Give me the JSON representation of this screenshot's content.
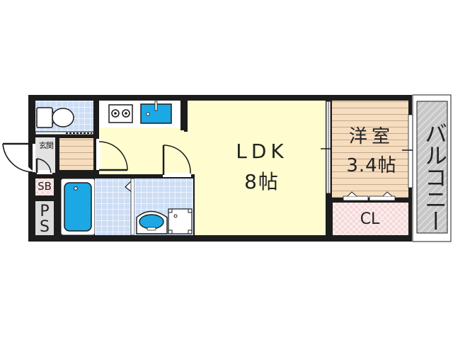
{
  "floor_plan": {
    "type": "1LDK apartment floor plan",
    "rooms": {
      "ldk": {
        "name": "LDK",
        "size": "8帖",
        "color": "#FFFDD0"
      },
      "western_room": {
        "name": "洋室",
        "size": "3.4帖",
        "color": "#F6DDBE"
      },
      "closet": {
        "name": "CL",
        "color": "#F6D8D8"
      },
      "balcony": {
        "name": "バルコニー",
        "color": "#C8C8C8"
      },
      "entrance": {
        "name": "玄関"
      },
      "shoe_box": {
        "name": "SB"
      },
      "pipe_space": {
        "name": "PS"
      },
      "toilet": {
        "tile_color": "#CCDDF5"
      },
      "bathroom": {
        "tub_color": "#1BA8E5"
      },
      "washroom": {
        "tile_color": "#CCDDF5"
      },
      "kitchen": {
        "fixtures": [
          "stove-2-burner",
          "sink"
        ]
      }
    },
    "colors": {
      "wall": "#1C1C1C",
      "tile": "#CCDDF5",
      "tile_grid": "#FFFFFF",
      "fixture_blue": "#1BA8E5",
      "wood": "#F6DDBE",
      "wood_line": "#B49A86"
    }
  }
}
